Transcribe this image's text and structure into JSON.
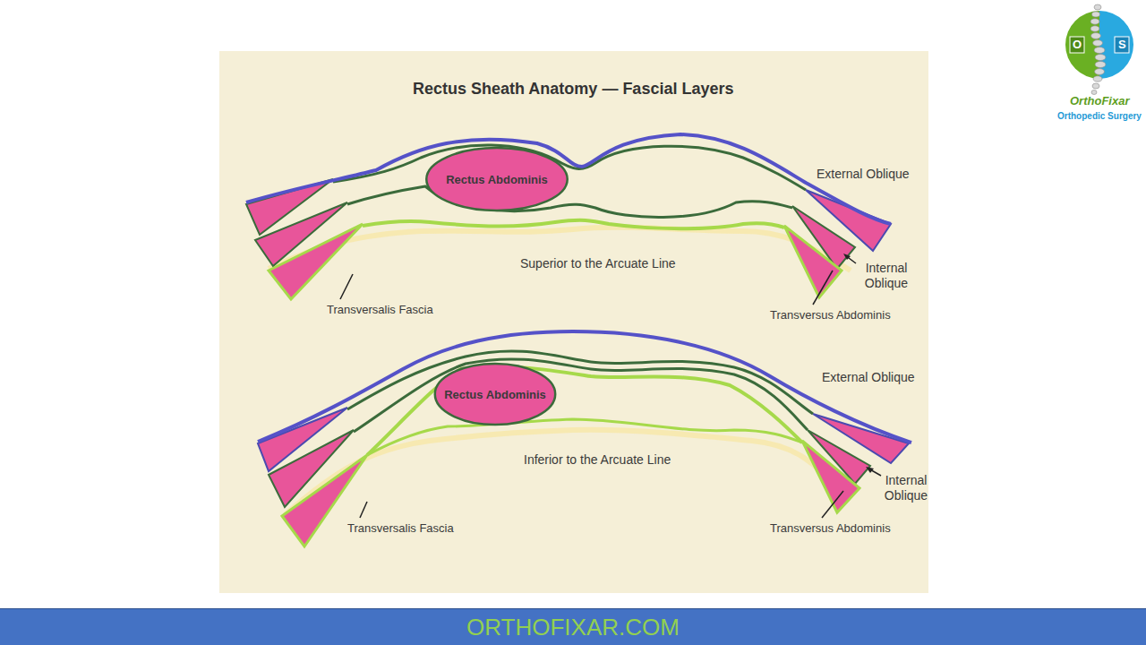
{
  "diagram": {
    "title": "Rectus Sheath Anatomy — Fascial Layers",
    "nodes": [
      {
        "text": [
          "Rectus Abdominis"
        ]
      },
      {
        "text": [
          "Rectus Abdominis"
        ]
      },
      {
        "text": [
          "ORTHOFIXAR.COM"
        ]
      }
    ],
    "labels": [
      "External Oblique",
      "Internal Oblique",
      "Transversus Abdominis",
      "Transversalis Fascia",
      "Superior to the Arcuate Line",
      "External Oblique",
      "Internal Oblique",
      "Transversus Abdominis",
      "Transversalis Fascia",
      "Inferior to the Arcuate Line",
      "OrthoFixar",
      "Orthopedic Surgery",
      "O",
      "S"
    ]
  }
}
